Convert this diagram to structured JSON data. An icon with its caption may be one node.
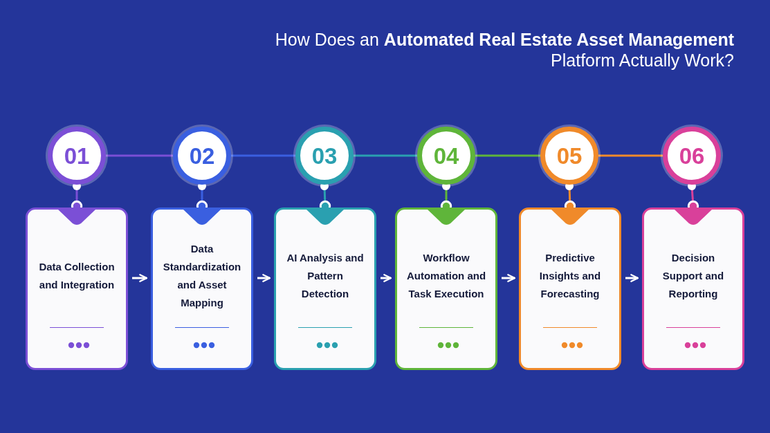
{
  "diagram": {
    "title": "How Does an **Automated Real Estate Asset Management** Platform Actually Work?",
    "nodes": [
      {
        "text": [
          "01"
        ]
      },
      {
        "text": [
          "02"
        ]
      },
      {
        "text": [
          "03"
        ]
      },
      {
        "text": [
          "04"
        ]
      },
      {
        "text": [
          "05"
        ]
      },
      {
        "text": [
          "06"
        ]
      },
      {
        "text": [
          "Data Collection and Integration"
        ]
      },
      {
        "text": [
          "Data Standardization and Asset Mapping"
        ]
      },
      {
        "text": [
          "AI Analysis and Pattern Detection"
        ]
      },
      {
        "text": [
          "Workflow Automation and Task Execution"
        ]
      },
      {
        "text": [
          "Predictive Insights and Forecasting"
        ]
      },
      {
        "text": [
          "Decision Support and Reporting"
        ]
      }
    ],
    "edges": [
      {
        "from": 0,
        "to": 1,
        "arrow": "none",
        "color": "#7b4fd6"
      },
      {
        "from": 1,
        "to": 2,
        "arrow": "none",
        "color": "#3a5fe0"
      },
      {
        "from": 2,
        "to": 3,
        "arrow": "none",
        "color": "#2aa0b0"
      },
      {
        "from": 3,
        "to": 4,
        "arrow": "none",
        "color": "#5fb53a"
      },
      {
        "from": 4,
        "to": 5,
        "arrow": "none",
        "color": "#f08a2a"
      },
      {
        "from": 0,
        "to": 6,
        "arrow": "other",
        "color": "#7b4fd6"
      },
      {
        "from": 1,
        "to": 7,
        "arrow": "other",
        "color": "#3a5fe0"
      },
      {
        "from": 2,
        "to": 8,
        "arrow": "other",
        "color": "#2aa0b0"
      },
      {
        "from": 3,
        "to": 9,
        "arrow": "other",
        "color": "#5fb53a"
      },
      {
        "from": 4,
        "to": 10,
        "arrow": "other",
        "color": "#f08a2a"
      },
      {
        "from": 5,
        "to": 11,
        "arrow": "other",
        "color": "#d9409a"
      },
      {
        "from": 6,
        "to": 7,
        "arrow": "to"
      },
      {
        "from": 7,
        "to": 8,
        "arrow": "to"
      },
      {
        "from": 8,
        "to": 9,
        "arrow": "to"
      },
      {
        "from": 9,
        "to": 10,
        "arrow": "to"
      },
      {
        "from": 10,
        "to": 11,
        "arrow": "to"
      }
    ]
  }
}
